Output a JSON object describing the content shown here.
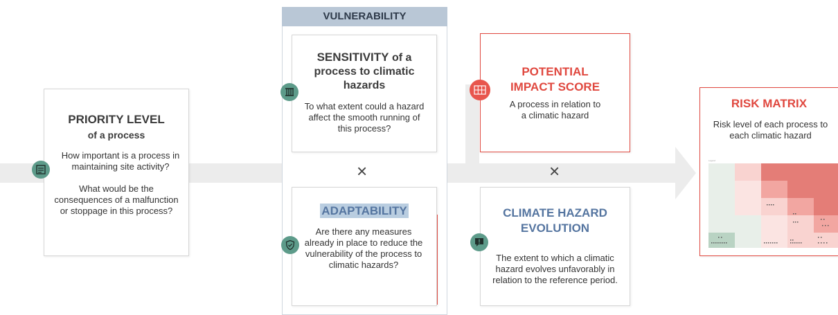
{
  "priority": {
    "title": "PRIORITY LEVEL",
    "subtitle": "of a process",
    "q1": "How important is a process in maintaining site activity?",
    "q2": "What would be the consequences of a malfunction or stoppage in this process?"
  },
  "vulnerability": {
    "header": "VULNERABILITY",
    "sensitivity": {
      "title_strong": "SENSITIVITY",
      "title_rest": " of a process to climatic hazards",
      "body": "To what extent could a hazard affect the smooth running of this process?"
    },
    "adaptability": {
      "title": "ADAPTABILITY",
      "body": "Are there any measures already in place to reduce the vulnerability of the process to climatic hazards?"
    }
  },
  "impact": {
    "title": "POTENTIAL IMPACT SCORE",
    "body": "A process in relation to a climatic hazard"
  },
  "hazard": {
    "title": "CLIMATE HAZARD EVOLUTION",
    "body": "The extent to which a climatic hazard evolves unfavorably in relation to the reference period."
  },
  "risk": {
    "title": "RISK MATRIX",
    "body": "Risk level of each process to each climatic hazard"
  },
  "operators": {
    "multiply": "×"
  },
  "colors": {
    "accent_red": "#e0483f",
    "accent_blue": "#5575a0",
    "icon_green": "#5d9b8a",
    "header_bg": "#b9c7d6",
    "arrow_gray": "#ececec"
  },
  "icons": [
    "checklist-icon",
    "barrier-icon",
    "shield-icon",
    "grid-icon",
    "alert-icon"
  ]
}
